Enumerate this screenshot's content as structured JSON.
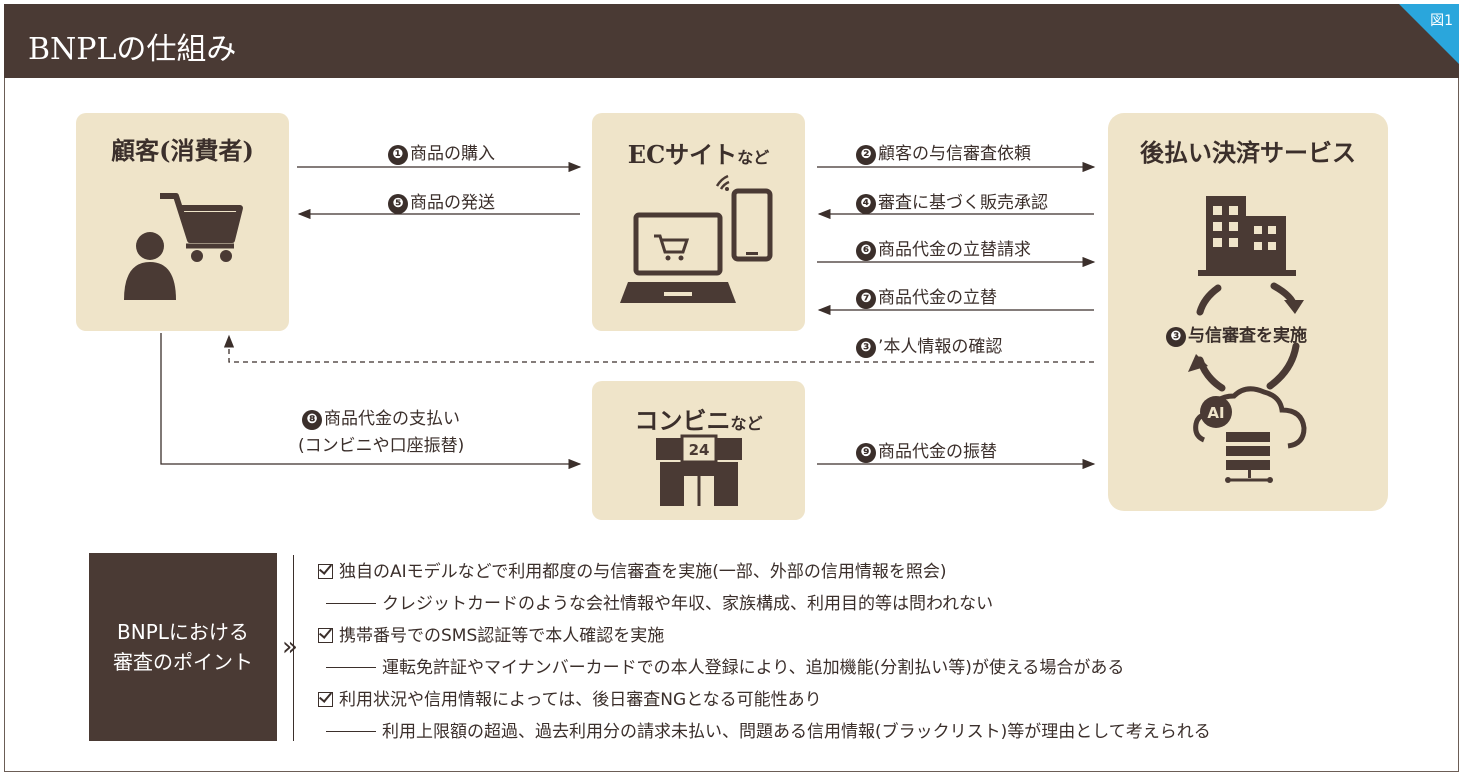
{
  "header": {
    "title": "BNPLの仕組み",
    "figure_tag": "図1"
  },
  "nodes": {
    "customer": {
      "title": "顧客(消費者)"
    },
    "ec": {
      "title": "ECサイト",
      "suffix": "など"
    },
    "bnpl": {
      "title": "後払い決済サービス",
      "review_num": "❸",
      "review_label": "与信審査を実施",
      "ai_label": "AI"
    },
    "convenience": {
      "title": "コンビニ",
      "suffix": "など",
      "store_number": "24"
    }
  },
  "flows": [
    {
      "num": "❶",
      "label": "商品の購入"
    },
    {
      "num": "❺",
      "label": "商品の発送"
    },
    {
      "num": "❷",
      "label": "顧客の与信審査依頼"
    },
    {
      "num": "❹",
      "label": "審査に基づく販売承認"
    },
    {
      "num": "❻",
      "label": "商品代金の立替請求"
    },
    {
      "num": "❼",
      "label": "商品代金の立替"
    },
    {
      "num": "❸",
      "label": "’本人情報の確認"
    },
    {
      "num": "❽",
      "label": "商品代金の支払い",
      "label2": "(コンビニや口座振替)"
    },
    {
      "num": "❾",
      "label": "商品代金の振替"
    }
  ],
  "points": {
    "title_line1": "BNPLにおける",
    "title_line2": "審査のポイント",
    "items": [
      {
        "main": "独自のAIモデルなどで利用都度の与信審査を実施(一部、外部の信用情報を照会)",
        "sub": "クレジットカードのような会社情報や年収、家族構成、利用目的等は問われない"
      },
      {
        "main": "携帯番号でのSMS認証等で本人確認を実施",
        "sub": "運転免許証やマイナンバーカードでの本人登録により、追加機能(分割払い等)が使える場合がある"
      },
      {
        "main": "利用状況や信用情報によっては、後日審査NGとなる可能性あり",
        "sub": "利用上限額の超過、過去利用分の請求未払い、問題ある信用情報(ブラックリスト)等が理由として考えられる"
      }
    ]
  },
  "colors": {
    "dark": "#4a3a34",
    "box": "#efe4c9",
    "accent": "#2aa6dc"
  }
}
